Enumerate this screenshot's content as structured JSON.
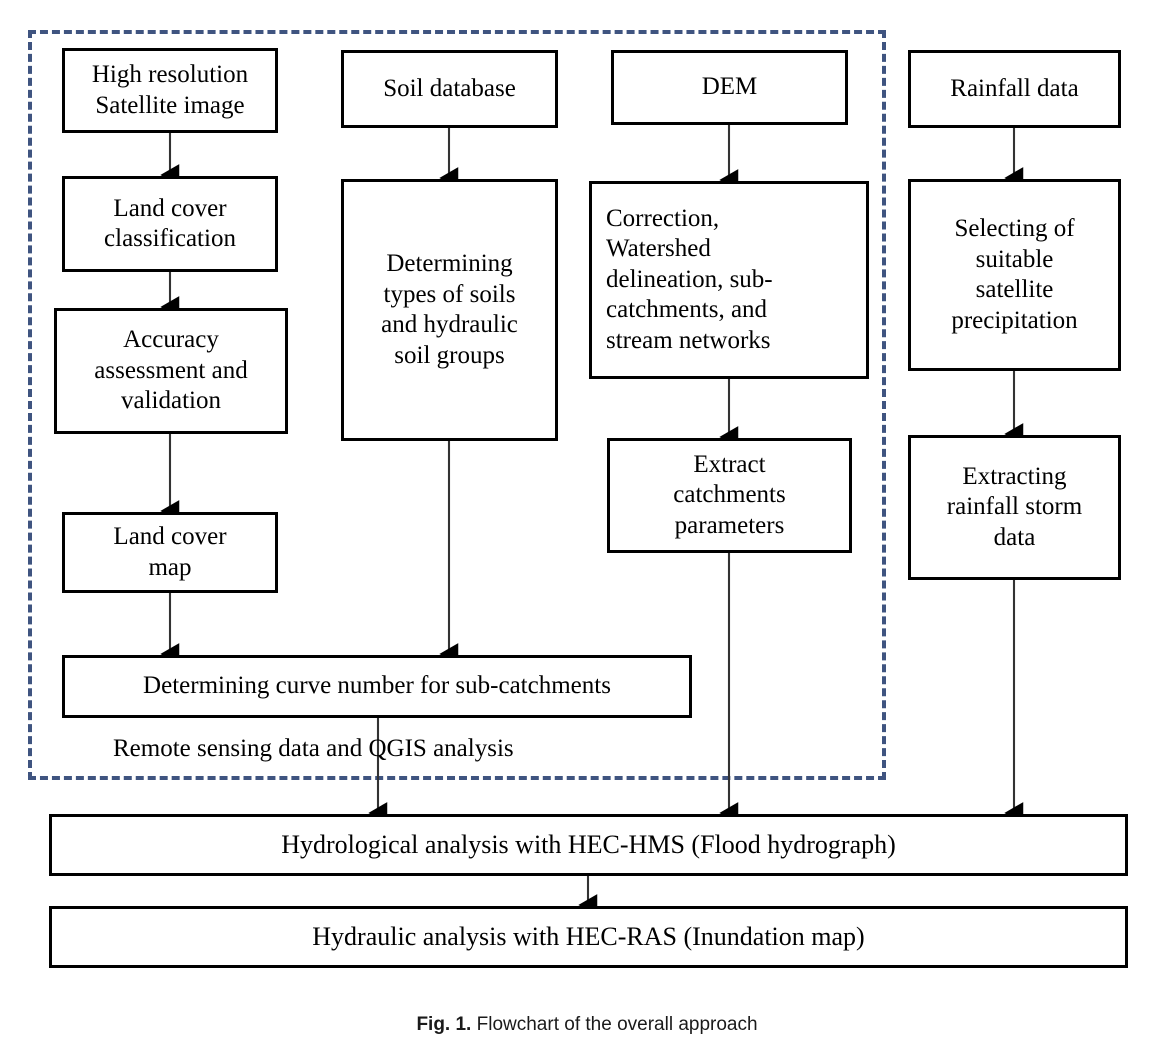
{
  "figure": {
    "caption_label": "Fig. 1.",
    "caption_text": "Flowchart of the overall approach",
    "accent_dashed_color": "#3f5480",
    "node_border_color": "#000000",
    "background_color": "#ffffff"
  },
  "group": {
    "label": "Remote sensing data and QGIS analysis"
  },
  "chart_data": {
    "type": "flowchart",
    "title": "Flowchart of the overall approach",
    "groups": [
      {
        "id": "remote-sensing-group",
        "label": "Remote sensing data and QGIS analysis",
        "style": "dashed",
        "color": "#3f5480",
        "contains": [
          "n1",
          "n2",
          "n3",
          "n4",
          "n5",
          "n6",
          "n7",
          "n8",
          "n9",
          "n10"
        ]
      }
    ],
    "nodes": [
      {
        "id": "n1",
        "label": "High resolution\nSatellite image",
        "column": 1
      },
      {
        "id": "n2",
        "label": "Land cover\nclassification",
        "column": 1
      },
      {
        "id": "n3",
        "label": "Accuracy\nassessment and\nvalidation",
        "column": 1
      },
      {
        "id": "n4",
        "label": "Land cover\nmap",
        "column": 1
      },
      {
        "id": "n5",
        "label": "Soil database",
        "column": 2
      },
      {
        "id": "n6",
        "label": "Determining\ntypes of soils\nand hydraulic\nsoil groups",
        "column": 2
      },
      {
        "id": "n7",
        "label": "DEM",
        "column": 3
      },
      {
        "id": "n8",
        "label": "Correction,\nWatershed\ndelineation, sub-\ncatchments, and\nstream networks",
        "column": 3,
        "align": "left"
      },
      {
        "id": "n9",
        "label": "Extract\ncatchments\nparameters",
        "column": 3
      },
      {
        "id": "n10",
        "label": "Determining curve number for sub-catchments",
        "column": "1-2"
      },
      {
        "id": "n11",
        "label": "Rainfall data",
        "column": 4
      },
      {
        "id": "n12",
        "label": "Selecting of\nsuitable\nsatellite\nprecipitation",
        "column": 4
      },
      {
        "id": "n13",
        "label": "Extracting\nrainfall storm\ndata",
        "column": 4
      },
      {
        "id": "n14",
        "label": "Hydrological analysis with HEC-HMS (Flood hydrograph)",
        "column": "full"
      },
      {
        "id": "n15",
        "label": "Hydraulic analysis with HEC-RAS (Inundation map)",
        "column": "full"
      }
    ],
    "edges": [
      {
        "from": "n1",
        "to": "n2"
      },
      {
        "from": "n2",
        "to": "n3"
      },
      {
        "from": "n3",
        "to": "n4"
      },
      {
        "from": "n4",
        "to": "n10"
      },
      {
        "from": "n5",
        "to": "n6"
      },
      {
        "from": "n6",
        "to": "n10"
      },
      {
        "from": "n7",
        "to": "n8"
      },
      {
        "from": "n8",
        "to": "n9"
      },
      {
        "from": "n9",
        "to": "n14"
      },
      {
        "from": "n10",
        "to": "n14"
      },
      {
        "from": "n11",
        "to": "n12"
      },
      {
        "from": "n12",
        "to": "n13"
      },
      {
        "from": "n13",
        "to": "n14"
      },
      {
        "from": "n14",
        "to": "n15"
      }
    ]
  },
  "nodes": {
    "n1": "High resolution\nSatellite image",
    "n2": "Land cover\nclassification",
    "n3": "Accuracy\nassessment and\nvalidation",
    "n4": "Land cover\nmap",
    "n5": "Soil database",
    "n6": "Determining\ntypes of soils\nand hydraulic\nsoil groups",
    "n7": "DEM",
    "n8": "Correction,\nWatershed\ndelineation, sub-\ncatchments, and\nstream networks",
    "n9": "Extract\ncatchments\nparameters",
    "n10": "Determining curve number for sub-catchments",
    "n11": "Rainfall data",
    "n12": "Selecting of\nsuitable\nsatellite\nprecipitation",
    "n13": "Extracting\nrainfall storm\ndata",
    "n14": "Hydrological analysis with HEC-HMS (Flood hydrograph)",
    "n15": "Hydraulic analysis with HEC-RAS (Inundation map)"
  }
}
